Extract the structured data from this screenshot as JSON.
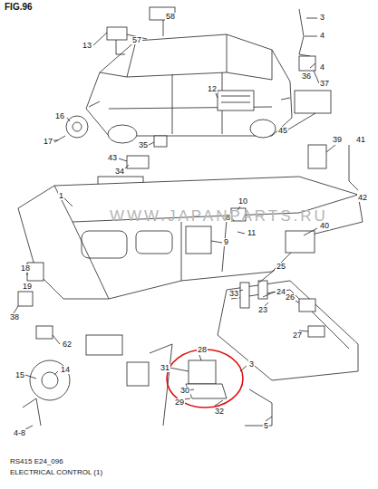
{
  "diagram": {
    "labels": [
      "FIG.96",
      "58",
      "57",
      "13",
      "3",
      "4",
      "36",
      "4",
      "37",
      "12",
      "45",
      "16",
      "17",
      "35",
      "34",
      "43",
      "39",
      "41",
      "42",
      "10",
      "8",
      "9",
      "11",
      "1",
      "18",
      "19",
      "40",
      "25",
      "24",
      "33",
      "26",
      "23",
      "27",
      "38",
      "62",
      "14",
      "15",
      "28",
      "31",
      "3",
      "30",
      "29",
      "32",
      "5",
      "4-8",
      "WWW.JAPANPARTS.RU",
      "RS415 E24_096",
      "ELECTRICAL CONTROL (1)"
    ]
  }
}
